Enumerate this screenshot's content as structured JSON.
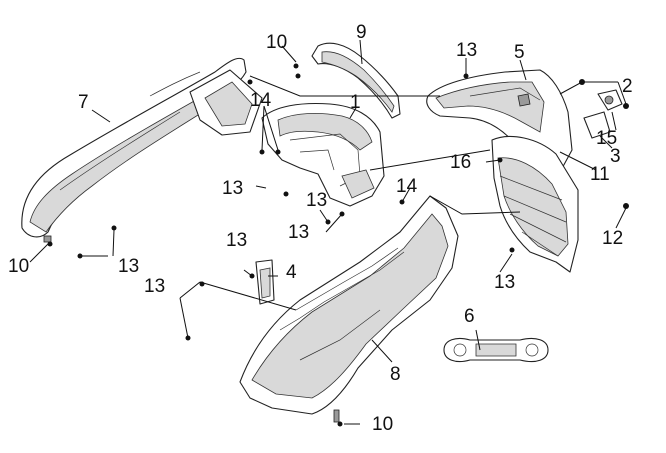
{
  "callouts": [
    {
      "key": "c1",
      "text": "1"
    },
    {
      "key": "c2",
      "text": "2"
    },
    {
      "key": "c3",
      "text": "3"
    },
    {
      "key": "c4",
      "text": "4"
    },
    {
      "key": "c5",
      "text": "5"
    },
    {
      "key": "c6",
      "text": "6"
    },
    {
      "key": "c7",
      "text": "7"
    },
    {
      "key": "c8",
      "text": "8"
    },
    {
      "key": "c9",
      "text": "9"
    },
    {
      "key": "c10a",
      "text": "10"
    },
    {
      "key": "c10b",
      "text": "10"
    },
    {
      "key": "c10c",
      "text": "10"
    },
    {
      "key": "c11",
      "text": "11"
    },
    {
      "key": "c12",
      "text": "12"
    },
    {
      "key": "c13a",
      "text": "13"
    },
    {
      "key": "c13b",
      "text": "13"
    },
    {
      "key": "c13c",
      "text": "13"
    },
    {
      "key": "c13d",
      "text": "13"
    },
    {
      "key": "c13e",
      "text": "13"
    },
    {
      "key": "c13f",
      "text": "13"
    },
    {
      "key": "c13g",
      "text": "13"
    },
    {
      "key": "c14a",
      "text": "14"
    },
    {
      "key": "c14b",
      "text": "14"
    },
    {
      "key": "c15",
      "text": "15"
    },
    {
      "key": "c16",
      "text": "16"
    }
  ]
}
